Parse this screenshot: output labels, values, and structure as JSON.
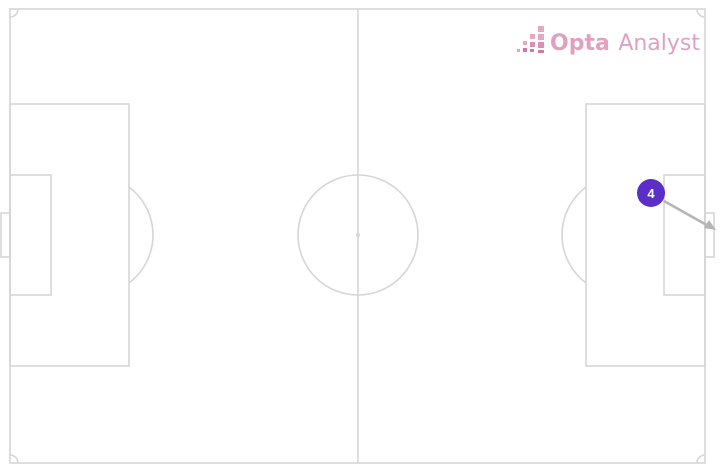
{
  "brand": {
    "name_strong": "Opta",
    "name_light": "Analyst",
    "color": "#e0a0c0",
    "dot_colors": [
      "#e6a7c6",
      "#d98fb6",
      "#cc7aa8"
    ]
  },
  "pitch": {
    "line_color": "#d6d6d6",
    "background": "#ffffff"
  },
  "events": [
    {
      "label": "4",
      "type": "pass",
      "marker_color": "#5b2ec7",
      "arrow_color": "#b5b5b5"
    }
  ]
}
